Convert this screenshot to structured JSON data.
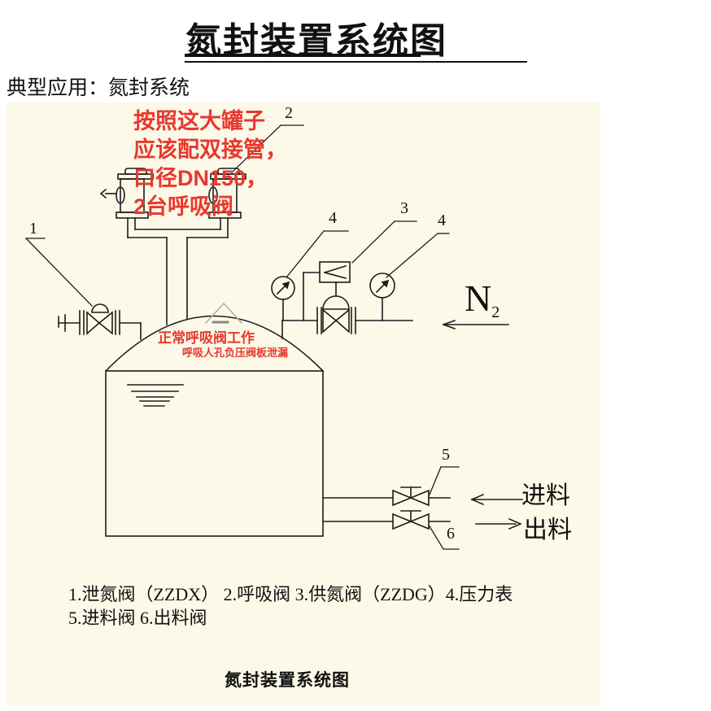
{
  "header": {
    "title": "氮封装置系统图",
    "subtitle": "典型应用：氮封系统"
  },
  "diagram": {
    "top_note": [
      "按照这大罐子",
      "应该配双接管，",
      "口径DN150，",
      "2台呼吸阀"
    ],
    "tank_note": [
      "正常呼吸阀工作",
      "呼吸人孔负压阀板泄漏"
    ],
    "callouts": {
      "c1": "1",
      "c2": "2",
      "c3": "3",
      "c4_left": "4",
      "c4_right": "4",
      "c5": "5",
      "c6": "6"
    },
    "n2": {
      "symbol": "N",
      "subscript": "2"
    },
    "flow_labels": {
      "feed": "进料",
      "discharge": "出料"
    },
    "legend": [
      "1.泄氮阀（ZZDX）  2.呼吸阀 3.供氮阀（ZZDG）4.压力表",
      "5.进料阀 6.出料阀"
    ],
    "caption": "氮封装置系统图"
  },
  "colors": {
    "diagram_bg": "#fcf9e8",
    "line": "#1c1c1c",
    "annotation_red": "#e8382e",
    "triangle_gray": "#b0b0a8"
  }
}
